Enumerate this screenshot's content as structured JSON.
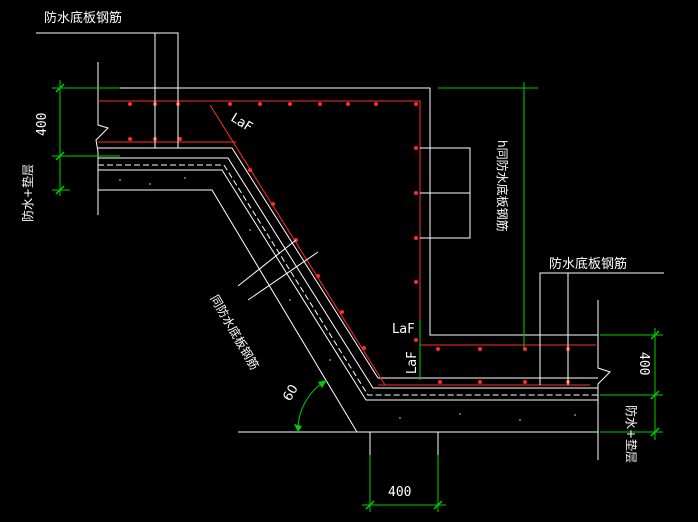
{
  "colors": {
    "background": "#000000",
    "rebar": "#ff2b2b",
    "concrete_outline": "#ffffff",
    "dimension": "#00d000",
    "text": "#ffffff"
  },
  "labels": {
    "top_bottom_rebar": "防水底板钢筋",
    "right_bottom_rebar": "防水底板钢筋",
    "same_bottom_rebar_h": "h同防水底板钢筋",
    "same_bottom_rebar_slope": "同防水底板钢筋",
    "waterproof_cushion_left": "防水+垫层",
    "waterproof_cushion_right": "防水+垫层",
    "laf_slope": "LaF",
    "laf_horizontal": "LaF",
    "laf_vertical": "LaF",
    "angle": "60"
  },
  "dimensions": {
    "left_400": "400",
    "right_400": "400",
    "bottom_400": "400"
  }
}
